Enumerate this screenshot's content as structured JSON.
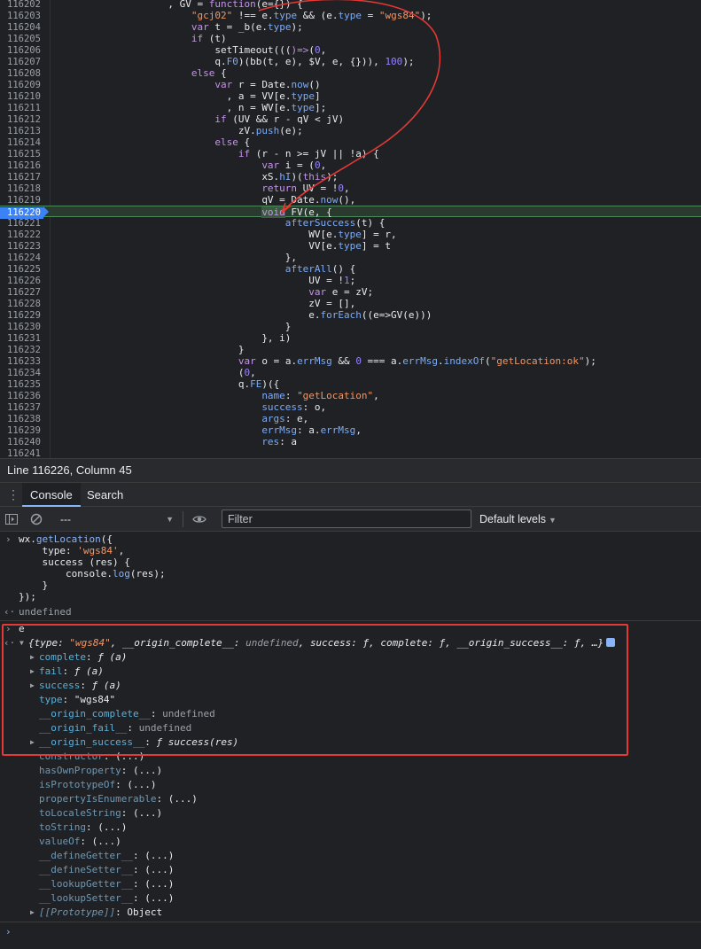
{
  "editor": {
    "breakpoint_line": "116220",
    "lines": [
      {
        "n": "116202",
        "indent": 20,
        "segs": [
          [
            ", GV = ",
            "val"
          ],
          [
            "function",
            "kw"
          ],
          [
            "(e={}) {",
            "val"
          ]
        ]
      },
      {
        "n": "116203",
        "indent": 24,
        "segs": [
          [
            "\"gcj02\"",
            "str"
          ],
          [
            " !== e.",
            "val"
          ],
          [
            "type",
            "k-blue"
          ],
          [
            " && (e.",
            "val"
          ],
          [
            "type",
            "k-blue"
          ],
          [
            " = ",
            "val"
          ],
          [
            "\"wgs84\"",
            "str"
          ],
          [
            ");",
            "val"
          ]
        ]
      },
      {
        "n": "116204",
        "indent": 24,
        "segs": [
          [
            "var",
            "kw"
          ],
          [
            " t = _b(e.",
            "val"
          ],
          [
            "type",
            "k-blue"
          ],
          [
            ");",
            "val"
          ]
        ]
      },
      {
        "n": "116205",
        "indent": 24,
        "segs": [
          [
            "if",
            "kw"
          ],
          [
            " (t)",
            "val"
          ]
        ]
      },
      {
        "n": "116206",
        "indent": 28,
        "segs": [
          [
            "setTimeout(((",
            "val"
          ],
          [
            ")=>",
            "kw"
          ],
          [
            "(",
            "val"
          ],
          [
            "0",
            "num"
          ],
          [
            ",",
            "val"
          ]
        ]
      },
      {
        "n": "116207",
        "indent": 28,
        "segs": [
          [
            "q.",
            "val"
          ],
          [
            "F0",
            "k-blue"
          ],
          [
            ")(bb(t, e), $V, e, {})), ",
            "val"
          ],
          [
            "100",
            "num"
          ],
          [
            ");",
            "val"
          ]
        ]
      },
      {
        "n": "116208",
        "indent": 24,
        "segs": [
          [
            "else",
            "kw"
          ],
          [
            " {",
            "val"
          ]
        ]
      },
      {
        "n": "116209",
        "indent": 28,
        "segs": [
          [
            "var",
            "kw"
          ],
          [
            " r = Date.",
            "val"
          ],
          [
            "now",
            "k-blue"
          ],
          [
            "()",
            "val"
          ]
        ]
      },
      {
        "n": "116210",
        "indent": 30,
        "segs": [
          [
            ", a = VV[e.",
            "val"
          ],
          [
            "type",
            "k-blue"
          ],
          [
            "]",
            "val"
          ]
        ]
      },
      {
        "n": "116211",
        "indent": 30,
        "segs": [
          [
            ", n = WV[e.",
            "val"
          ],
          [
            "type",
            "k-blue"
          ],
          [
            "];",
            "val"
          ]
        ]
      },
      {
        "n": "116212",
        "indent": 28,
        "segs": [
          [
            "if",
            "kw"
          ],
          [
            " (UV && r - qV < jV)",
            "val"
          ]
        ]
      },
      {
        "n": "116213",
        "indent": 32,
        "segs": [
          [
            "zV.",
            "val"
          ],
          [
            "push",
            "k-blue"
          ],
          [
            "(e);",
            "val"
          ]
        ]
      },
      {
        "n": "116214",
        "indent": 28,
        "segs": [
          [
            "else",
            "kw"
          ],
          [
            " {",
            "val"
          ]
        ]
      },
      {
        "n": "116215",
        "indent": 32,
        "segs": [
          [
            "if",
            "kw"
          ],
          [
            " (r - n >= jV || !a) {",
            "val"
          ]
        ]
      },
      {
        "n": "116216",
        "indent": 36,
        "segs": [
          [
            "var",
            "kw"
          ],
          [
            " i = (",
            "val"
          ],
          [
            "0",
            "num"
          ],
          [
            ",",
            "val"
          ]
        ]
      },
      {
        "n": "116217",
        "indent": 36,
        "segs": [
          [
            "xS.",
            "val"
          ],
          [
            "hI",
            "k-blue"
          ],
          [
            ")(",
            "val"
          ],
          [
            "this",
            "kw"
          ],
          [
            ");",
            "val"
          ]
        ]
      },
      {
        "n": "116218",
        "indent": 36,
        "segs": [
          [
            "return",
            "kw"
          ],
          [
            " UV = !",
            "val"
          ],
          [
            "0",
            "num"
          ],
          [
            ",",
            "val"
          ]
        ]
      },
      {
        "n": "116219",
        "indent": 36,
        "segs": [
          [
            "qV = Date.",
            "val"
          ],
          [
            "now",
            "k-blue"
          ],
          [
            "(),",
            "val"
          ]
        ]
      },
      {
        "n": "116220",
        "indent": 36,
        "segs": [
          [
            "void",
            "kw hl"
          ],
          [
            " FV(e, {",
            "val"
          ]
        ]
      },
      {
        "n": "116221",
        "indent": 40,
        "segs": [
          [
            "afterSuccess",
            "k-blue"
          ],
          [
            "(t) {",
            "val"
          ]
        ]
      },
      {
        "n": "116222",
        "indent": 44,
        "segs": [
          [
            "WV[e.",
            "val"
          ],
          [
            "type",
            "k-blue"
          ],
          [
            "] = r,",
            "val"
          ]
        ]
      },
      {
        "n": "116223",
        "indent": 44,
        "segs": [
          [
            "VV[e.",
            "val"
          ],
          [
            "type",
            "k-blue"
          ],
          [
            "] = t",
            "val"
          ]
        ]
      },
      {
        "n": "116224",
        "indent": 40,
        "segs": [
          [
            "},",
            "val"
          ]
        ]
      },
      {
        "n": "116225",
        "indent": 40,
        "segs": [
          [
            "afterAll",
            "k-blue"
          ],
          [
            "() {",
            "val"
          ]
        ]
      },
      {
        "n": "116226",
        "indent": 44,
        "segs": [
          [
            "UV = !",
            "val"
          ],
          [
            "1",
            "num"
          ],
          [
            ";",
            "val"
          ]
        ]
      },
      {
        "n": "116227",
        "indent": 44,
        "segs": [
          [
            "var",
            "kw"
          ],
          [
            " e = zV;",
            "val"
          ]
        ]
      },
      {
        "n": "116228",
        "indent": 44,
        "segs": [
          [
            "zV = [],",
            "val"
          ]
        ]
      },
      {
        "n": "116229",
        "indent": 44,
        "segs": [
          [
            "e.",
            "val"
          ],
          [
            "forEach",
            "k-blue"
          ],
          [
            "((e=>GV(e)))",
            "val"
          ]
        ]
      },
      {
        "n": "116230",
        "indent": 40,
        "segs": [
          [
            "}",
            "val"
          ]
        ]
      },
      {
        "n": "116231",
        "indent": 36,
        "segs": [
          [
            "}, i)",
            "val"
          ]
        ]
      },
      {
        "n": "116232",
        "indent": 32,
        "segs": [
          [
            "}",
            "val"
          ]
        ]
      },
      {
        "n": "116233",
        "indent": 32,
        "segs": [
          [
            "var",
            "kw"
          ],
          [
            " o = a.",
            "val"
          ],
          [
            "errMsg",
            "k-blue"
          ],
          [
            " && ",
            "val"
          ],
          [
            "0",
            "num"
          ],
          [
            " === a.",
            "val"
          ],
          [
            "errMsg",
            "k-blue"
          ],
          [
            ".",
            "val"
          ],
          [
            "indexOf",
            "k-blue"
          ],
          [
            "(",
            "val"
          ],
          [
            "\"getLocation:ok\"",
            "str"
          ],
          [
            ");",
            "val"
          ]
        ]
      },
      {
        "n": "116234",
        "indent": 32,
        "segs": [
          [
            "(",
            "val"
          ],
          [
            "0",
            "num"
          ],
          [
            ",",
            "val"
          ]
        ]
      },
      {
        "n": "116235",
        "indent": 32,
        "segs": [
          [
            "q.",
            "val"
          ],
          [
            "FE",
            "k-blue"
          ],
          [
            ")({",
            "val"
          ]
        ]
      },
      {
        "n": "116236",
        "indent": 36,
        "segs": [
          [
            "name",
            "k-blue"
          ],
          [
            ": ",
            "val"
          ],
          [
            "\"getLocation\"",
            "str"
          ],
          [
            ",",
            "val"
          ]
        ]
      },
      {
        "n": "116237",
        "indent": 36,
        "segs": [
          [
            "success",
            "k-blue"
          ],
          [
            ": o,",
            "val"
          ]
        ]
      },
      {
        "n": "116238",
        "indent": 36,
        "segs": [
          [
            "args",
            "k-blue"
          ],
          [
            ": e,",
            "val"
          ]
        ]
      },
      {
        "n": "116239",
        "indent": 36,
        "segs": [
          [
            "errMsg",
            "k-blue"
          ],
          [
            ": a.",
            "val"
          ],
          [
            "errMsg",
            "k-blue"
          ],
          [
            ",",
            "val"
          ]
        ]
      },
      {
        "n": "116240",
        "indent": 36,
        "segs": [
          [
            "res",
            "k-blue"
          ],
          [
            ": a",
            "val"
          ]
        ]
      },
      {
        "n": "116241",
        "indent": 32,
        "segs": []
      }
    ]
  },
  "statusbar": {
    "position": "Line 116226, Column 45"
  },
  "tabs": {
    "console": "Console",
    "search": "Search"
  },
  "toolbar": {
    "context": "---",
    "filter_placeholder": "Filter",
    "levels": "Default levels"
  },
  "console": {
    "input_lines": [
      [
        [
          "wx.",
          "val"
        ],
        [
          "getLocation",
          "fn"
        ],
        [
          "({",
          "val"
        ]
      ],
      [
        [
          "    ",
          "val"
        ],
        [
          "type",
          "val"
        ],
        [
          ": ",
          "val"
        ],
        [
          "'wgs84'",
          "str"
        ],
        [
          ",",
          "val"
        ]
      ],
      [
        [
          "    ",
          "val"
        ],
        [
          "success",
          "val"
        ],
        [
          " (",
          "val"
        ],
        [
          "res",
          "val"
        ],
        [
          ") {",
          "val"
        ]
      ],
      [
        [
          "        console.",
          "val"
        ],
        [
          "log",
          "fn"
        ],
        [
          "(res);",
          "val"
        ]
      ],
      [
        [
          "    }",
          "val"
        ]
      ],
      [
        [
          "});",
          "val"
        ]
      ]
    ],
    "result_undefined": "undefined",
    "input_e": "e",
    "object_summary": [
      [
        "{",
        "val ital"
      ],
      [
        "type",
        "val ital"
      ],
      [
        ": ",
        "val ital"
      ],
      [
        "\"wgs84\"",
        "str ital"
      ],
      [
        ", ",
        "val ital"
      ],
      [
        "__origin_complete__",
        "val ital"
      ],
      [
        ": ",
        "val ital"
      ],
      [
        "undefined",
        "undef ital"
      ],
      [
        ", ",
        "val ital"
      ],
      [
        "success",
        "val ital"
      ],
      [
        ": ",
        "val ital"
      ],
      [
        "ƒ",
        "val ital"
      ],
      [
        ", ",
        "val ital"
      ],
      [
        "complete",
        "val ital"
      ],
      [
        ": ",
        "val ital"
      ],
      [
        "ƒ",
        "val ital"
      ],
      [
        ", ",
        "val ital"
      ],
      [
        "__origin_success__",
        "val ital"
      ],
      [
        ": ",
        "val ital"
      ],
      [
        "ƒ",
        "val ital"
      ],
      [
        ", …}",
        "val ital"
      ]
    ],
    "props": [
      {
        "expand": true,
        "key": "complete",
        "sep": ": ",
        "value": "ƒ (a)",
        "vclass": "val ital",
        "kclass": "key"
      },
      {
        "expand": true,
        "key": "fail",
        "sep": ": ",
        "value": "ƒ (a)",
        "vclass": "val ital",
        "kclass": "key"
      },
      {
        "expand": true,
        "key": "success",
        "sep": ": ",
        "value": "ƒ (a)",
        "vclass": "val ital",
        "kclass": "key"
      },
      {
        "expand": false,
        "key": "type",
        "sep": ": ",
        "value": "\"wgs84\"",
        "vclass": "val",
        "kclass": "key"
      },
      {
        "expand": false,
        "key": "__origin_complete__",
        "sep": ": ",
        "value": "undefined",
        "vclass": "undef",
        "kclass": "key"
      },
      {
        "expand": false,
        "key": "__origin_fail__",
        "sep": ": ",
        "value": "undefined",
        "vclass": "undef",
        "kclass": "key"
      },
      {
        "expand": true,
        "key": "__origin_success__",
        "sep": ": ",
        "value": "ƒ success(res)",
        "vclass": "val ital",
        "kclass": "key"
      },
      {
        "expand": false,
        "key": "constructor",
        "sep": ": ",
        "value": "(...)",
        "vclass": "val",
        "kclass": "key-dim"
      },
      {
        "expand": false,
        "key": "hasOwnProperty",
        "sep": ": ",
        "value": "(...)",
        "vclass": "val",
        "kclass": "key-dim"
      },
      {
        "expand": false,
        "key": "isPrototypeOf",
        "sep": ": ",
        "value": "(...)",
        "vclass": "val",
        "kclass": "key-dim"
      },
      {
        "expand": false,
        "key": "propertyIsEnumerable",
        "sep": ": ",
        "value": "(...)",
        "vclass": "val",
        "kclass": "key-dim"
      },
      {
        "expand": false,
        "key": "toLocaleString",
        "sep": ": ",
        "value": "(...)",
        "vclass": "val",
        "kclass": "key-dim"
      },
      {
        "expand": false,
        "key": "toString",
        "sep": ": ",
        "value": "(...)",
        "vclass": "val",
        "kclass": "key-dim"
      },
      {
        "expand": false,
        "key": "valueOf",
        "sep": ": ",
        "value": "(...)",
        "vclass": "val",
        "kclass": "key-dim"
      },
      {
        "expand": false,
        "key": "__defineGetter__",
        "sep": ": ",
        "value": "(...)",
        "vclass": "val",
        "kclass": "key-dim"
      },
      {
        "expand": false,
        "key": "__defineSetter__",
        "sep": ": ",
        "value": "(...)",
        "vclass": "val",
        "kclass": "key-dim"
      },
      {
        "expand": false,
        "key": "__lookupGetter__",
        "sep": ": ",
        "value": "(...)",
        "vclass": "val",
        "kclass": "key-dim"
      },
      {
        "expand": false,
        "key": "__lookupSetter__",
        "sep": ": ",
        "value": "(...)",
        "vclass": "val",
        "kclass": "key-dim"
      },
      {
        "expand": true,
        "key": "[[Prototype]]",
        "sep": ": ",
        "value": "Object",
        "vclass": "val",
        "kclass": "key-dim ital"
      }
    ]
  },
  "colors": {
    "breakpoint": "#3b82f6",
    "annotation": "#e53935",
    "accent": "#8ab4f8"
  },
  "icons": [
    "kebab-menu-icon",
    "sidebar-toggle-icon",
    "clear-console-icon",
    "eye-icon",
    "prompt-chevron-icon"
  ]
}
